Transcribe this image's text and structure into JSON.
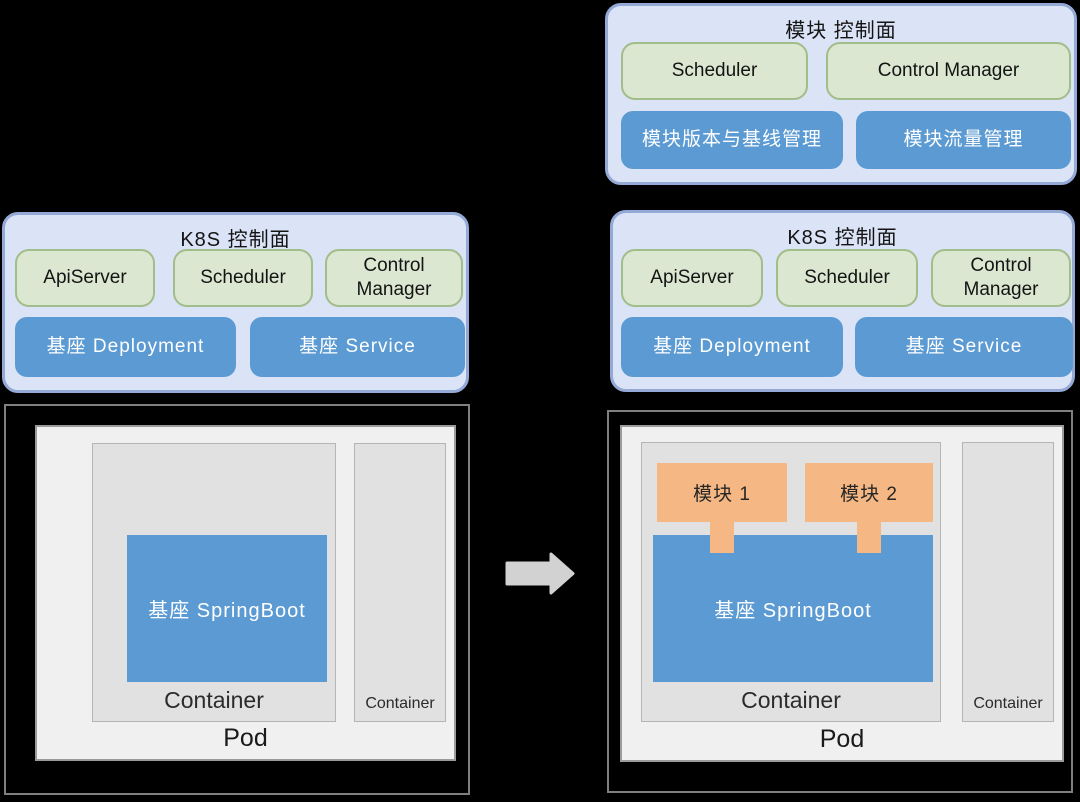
{
  "palette": {
    "background": "#000000",
    "panel_fill": "#dbe3f6",
    "panel_border": "#94a9d6",
    "green_chip_fill": "#dbe7d0",
    "green_chip_border": "#a1bd89",
    "blue_chip_fill": "#5b9ad2",
    "module_orange_fill": "#f5b783",
    "node_border": "#7f7f7f",
    "pod_fill": "#f0f0f0",
    "container_fill": "#e1e1e1",
    "arrow_fill": "#d2d2d2"
  },
  "module_cp": {
    "title": "模块 控制面",
    "green": [
      "Scheduler",
      "Control Manager"
    ],
    "blue": [
      "模块版本与基线管理",
      "模块流量管理"
    ]
  },
  "k8s_left": {
    "title": "K8S 控制面",
    "green": [
      "ApiServer",
      "Scheduler",
      "Control Manager"
    ],
    "blue": [
      "基座 Deployment",
      "基座 Service"
    ]
  },
  "k8s_right": {
    "title": "K8S 控制面",
    "green": [
      "ApiServer",
      "Scheduler",
      "Control Manager"
    ],
    "blue": [
      "基座 Deployment",
      "基座 Service"
    ]
  },
  "pod_left": {
    "base": "基座 SpringBoot",
    "main_container": "Container",
    "side_container": "Container",
    "pod": "Pod"
  },
  "pod_right": {
    "modules": [
      "模块 1",
      "模块 2"
    ],
    "base": "基座 SpringBoot",
    "main_container": "Container",
    "side_container": "Container",
    "pod": "Pod"
  }
}
